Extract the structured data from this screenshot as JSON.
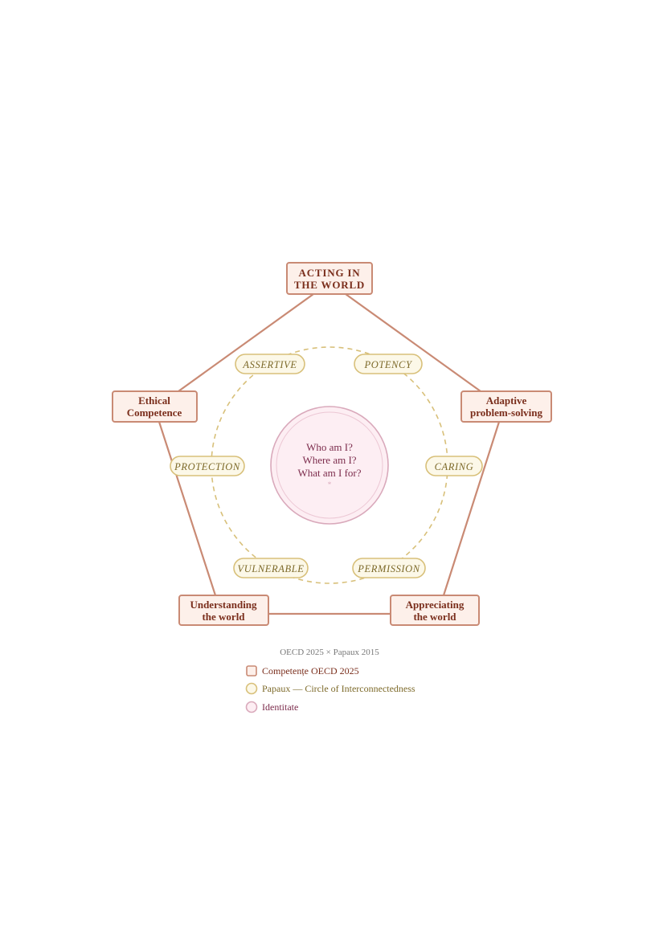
{
  "competencies": [
    {
      "id": "acting",
      "lines": [
        "ACTING IN",
        "THE WORLD"
      ]
    },
    {
      "id": "adaptive",
      "lines": [
        "Adaptive",
        "problem-solving"
      ]
    },
    {
      "id": "appreciating",
      "lines": [
        "Appreciating",
        "the world"
      ]
    },
    {
      "id": "understanding",
      "lines": [
        "Understanding",
        "the world"
      ]
    },
    {
      "id": "ethical",
      "lines": [
        "Ethical",
        "Competence"
      ]
    }
  ],
  "values": [
    {
      "id": "assertive",
      "label": "ASSERTIVE"
    },
    {
      "id": "potency",
      "label": "POTENCY"
    },
    {
      "id": "caring",
      "label": "CARING"
    },
    {
      "id": "permission",
      "label": "PERMISSION"
    },
    {
      "id": "vulnerable",
      "label": "VULNERABLE"
    },
    {
      "id": "protection",
      "label": "PROTECTION"
    }
  ],
  "core": {
    "lines": [
      "Who am I?",
      "Where am I?",
      "What am I for?"
    ],
    "marker": "*"
  },
  "caption": "OECD 2025 × Papaux 2015",
  "legend": [
    {
      "id": "oecd",
      "shape": "square",
      "label": "Competențe OECD 2025"
    },
    {
      "id": "papaux",
      "shape": "circle-gold",
      "label": "Papaux — Circle of Interconnectedness"
    },
    {
      "id": "identity",
      "shape": "circle-pink",
      "label": "Identitate"
    }
  ],
  "colors": {
    "competency_stroke": "#c98a74",
    "competency_fill": "#fdf0ea",
    "competency_text": "#7a2e1c",
    "value_stroke": "#d8c07a",
    "value_fill": "#fcf8e8",
    "value_text": "#7d6a2a",
    "core_stroke": "#d9a9bb",
    "core_fill": "#fdeef3",
    "core_text": "#7c2c4c"
  }
}
